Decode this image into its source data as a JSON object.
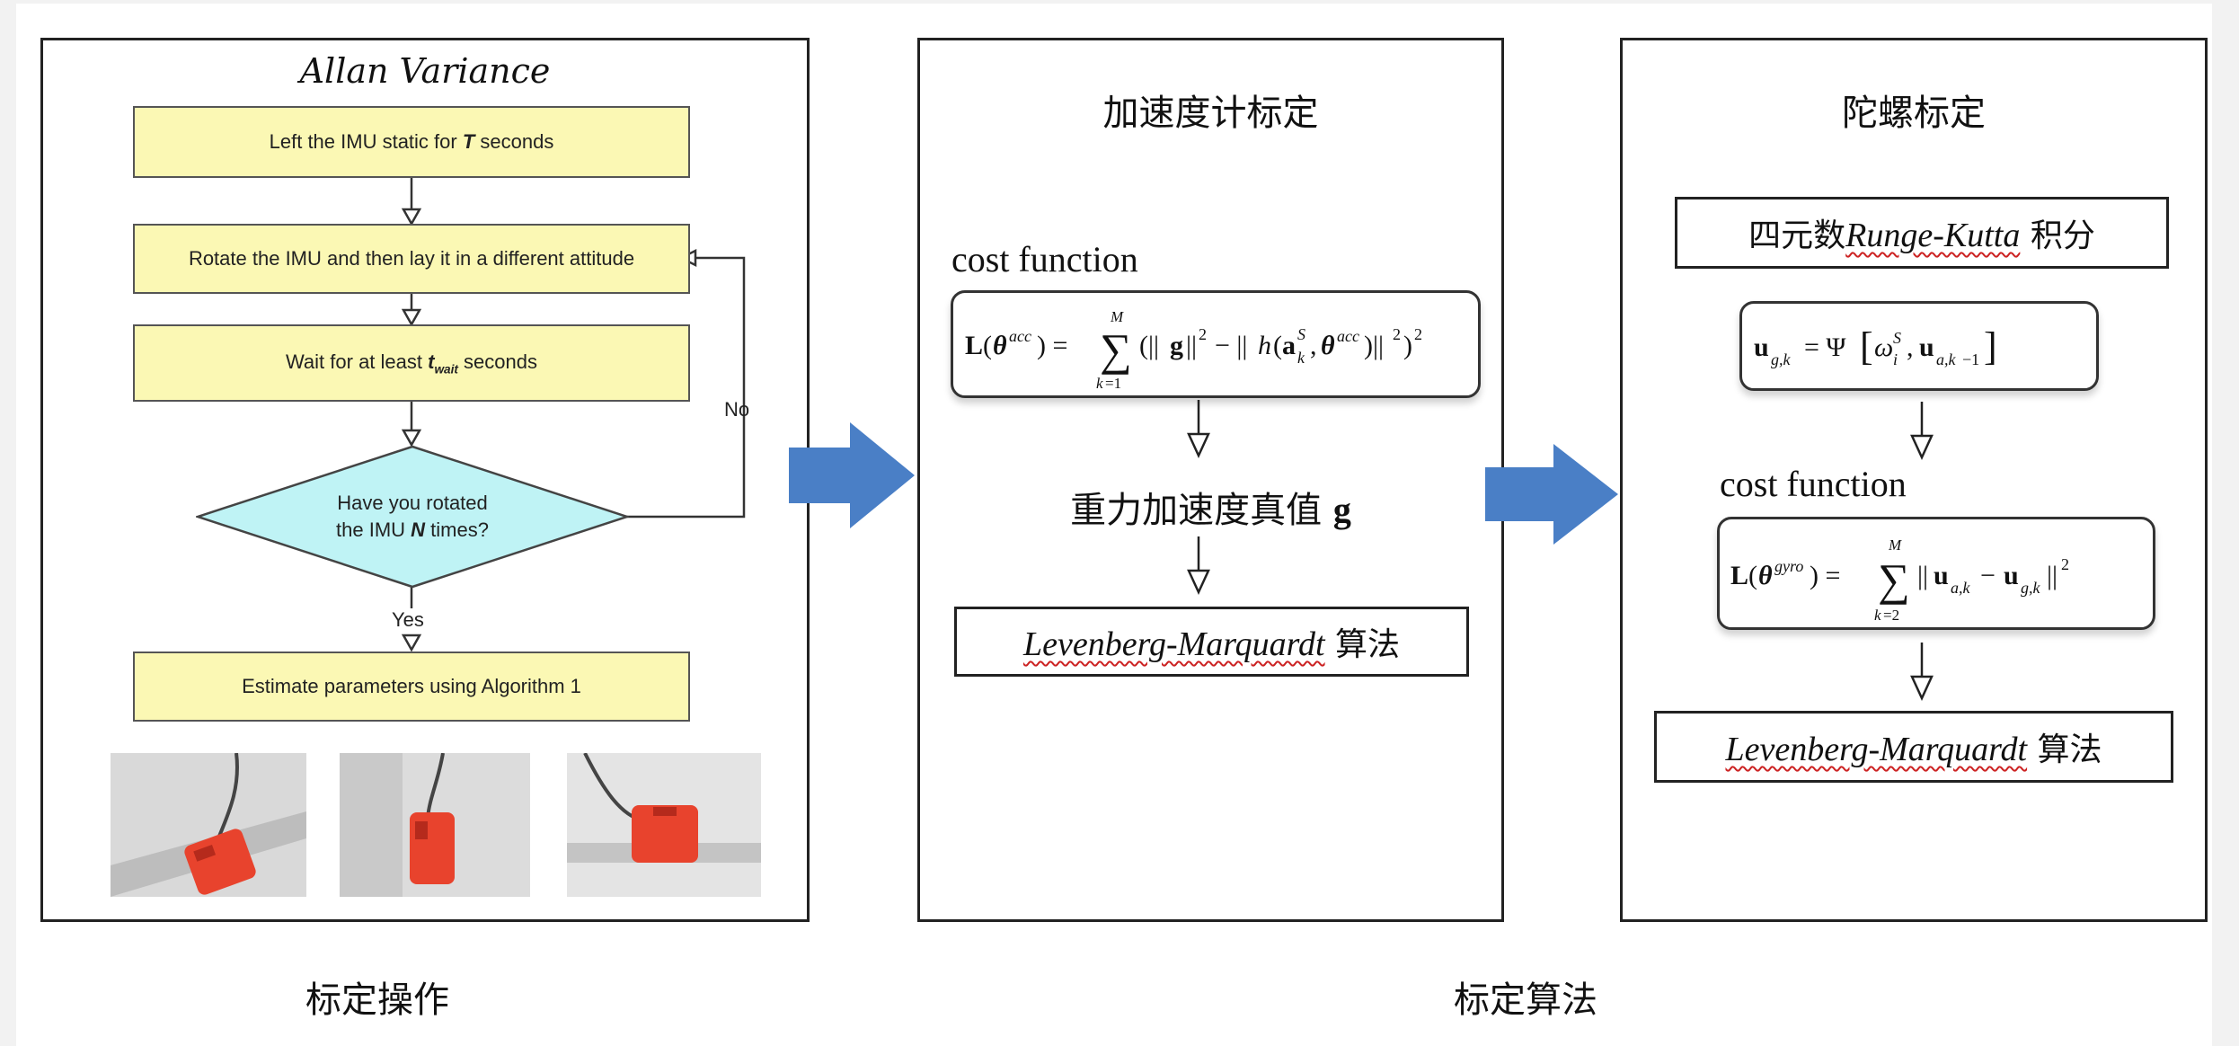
{
  "left_panel": {
    "title": "Allan Variance",
    "step1": {
      "pre": "Left the IMU static for ",
      "var": "T",
      "post": " seconds"
    },
    "step2": "Rotate the IMU and then lay it in a different attitude",
    "step3": {
      "pre": "Wait for at least ",
      "var": "t",
      "var_sub": "wait",
      "post": " seconds"
    },
    "decision": {
      "line1": "Have you rotated",
      "line2_pre": "the IMU ",
      "line2_var": "N",
      "line2_post": " times?"
    },
    "no_label": "No",
    "yes_label": "Yes",
    "step4": "Estimate parameters using Algorithm 1",
    "photos_count": 3
  },
  "mid_panel": {
    "title": "加速度计标定",
    "cost_label": "cost function",
    "gravity_label": "重力加速度真值 ",
    "gravity_symbol": "g",
    "lm_name": "Levenberg-Marquardt",
    "lm_suffix": " 算法"
  },
  "right_panel": {
    "title": "陀螺标定",
    "integration_prefix": "四元数",
    "integration_method": "Runge-Kutta",
    "integration_suffix": " 积分",
    "cost_label": "cost function",
    "lm_name": "Levenberg-Marquardt",
    "lm_suffix": " 算法"
  },
  "captions": {
    "left": "标定操作",
    "right": "标定算法"
  },
  "colors": {
    "flow_box_fill": "#fbf8b4",
    "decision_fill": "#bff3f5",
    "big_arrow": "#4a7fc6",
    "spellcheck_underline": "#cc2222"
  }
}
